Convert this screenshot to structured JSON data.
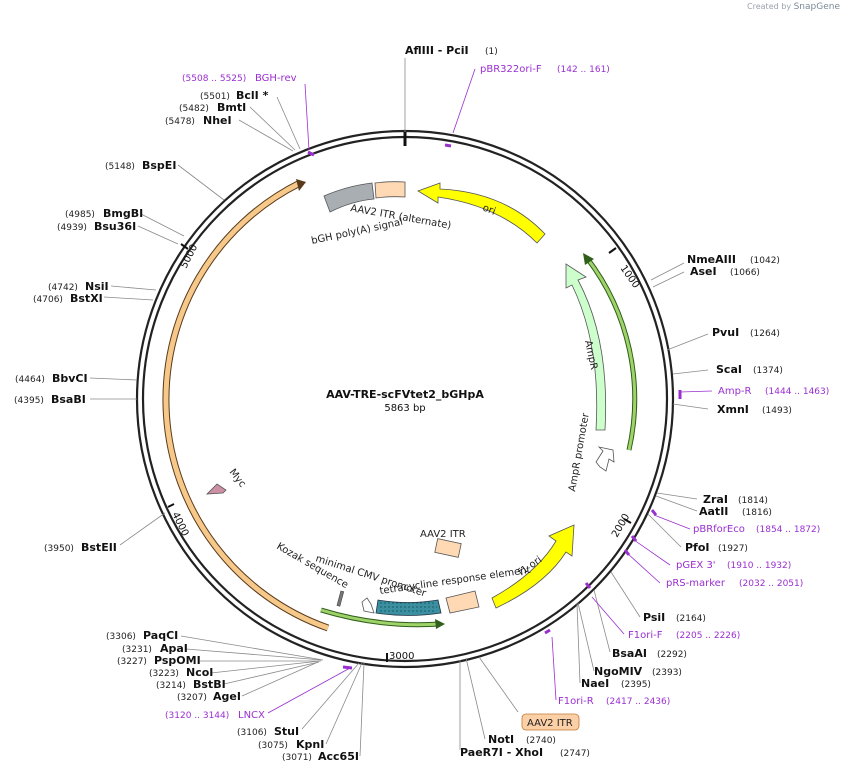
{
  "brand": {
    "prefix": "Created by",
    "name": "SnapGene"
  },
  "plasmid": {
    "name": "AAV-TRE-scFVtet2_bGHpA",
    "length": "5863 bp"
  },
  "ticks": [
    {
      "label": "1000",
      "bp": 1000
    },
    {
      "label": "2000",
      "bp": 2000
    },
    {
      "label": "3000",
      "bp": 3000
    },
    {
      "label": "4000",
      "bp": 4000
    },
    {
      "label": "5000",
      "bp": 5000
    }
  ],
  "enzymes": [
    {
      "name": "AflIII  - PciI",
      "pos": "(1)"
    },
    {
      "name": "NmeAIII",
      "pos": "(1042)"
    },
    {
      "name": "AseI",
      "pos": "(1066)"
    },
    {
      "name": "PvuI",
      "pos": "(1264)"
    },
    {
      "name": "ScaI",
      "pos": "(1374)"
    },
    {
      "name": "XmnI",
      "pos": "(1493)"
    },
    {
      "name": "ZraI",
      "pos": "(1814)"
    },
    {
      "name": "AatII",
      "pos": "(1816)"
    },
    {
      "name": "PfoI",
      "pos": "(1927)"
    },
    {
      "name": "PsiI",
      "pos": "(2164)"
    },
    {
      "name": "BsaAI",
      "pos": "(2292)"
    },
    {
      "name": "NgoMIV",
      "pos": "(2393)"
    },
    {
      "name": "NaeI",
      "pos": "(2395)"
    },
    {
      "name": "NotI",
      "pos": "(2740)"
    },
    {
      "name": "PaeR7I  - XhoI",
      "pos": "(2747)"
    },
    {
      "name": "StuI",
      "pos": "(3106)"
    },
    {
      "name": "KpnI",
      "pos": "(3075)"
    },
    {
      "name": "Acc65I",
      "pos": "(3071)"
    },
    {
      "name": "PaqCI",
      "pos": "(3306)"
    },
    {
      "name": "ApaI",
      "pos": "(3231)"
    },
    {
      "name": "PspOMI",
      "pos": "(3227)"
    },
    {
      "name": "NcoI",
      "pos": "(3223)"
    },
    {
      "name": "BstBI",
      "pos": "(3214)"
    },
    {
      "name": "AgeI",
      "pos": "(3207)"
    },
    {
      "name": "BstEII",
      "pos": "(3950)"
    },
    {
      "name": "BsaBI",
      "pos": "(4395)"
    },
    {
      "name": "BbvCI",
      "pos": "(4464)"
    },
    {
      "name": "BstXI",
      "pos": "(4706)"
    },
    {
      "name": "NsiI",
      "pos": "(4742)"
    },
    {
      "name": "Bsu36I",
      "pos": "(4939)"
    },
    {
      "name": "BmgBI",
      "pos": "(4985)"
    },
    {
      "name": "BspEI",
      "pos": "(5148)"
    },
    {
      "name": "NheI",
      "pos": "(5478)"
    },
    {
      "name": "BmtI",
      "pos": "(5482)"
    },
    {
      "name": "BclI *",
      "pos": "(5501)"
    }
  ],
  "primers": [
    {
      "name": "pBR322ori-F",
      "range": "(142 .. 161)"
    },
    {
      "name": "Amp-R",
      "range": "(1444 .. 1463)"
    },
    {
      "name": "pBRforEco",
      "range": "(1854 .. 1872)"
    },
    {
      "name": "pGEX 3'",
      "range": "(1910 .. 1932)"
    },
    {
      "name": "pRS-marker",
      "range": "(2032 .. 2051)"
    },
    {
      "name": "F1ori-F",
      "range": "(2205 .. 2226)"
    },
    {
      "name": "F1ori-R",
      "range": "(2417 .. 2436)"
    },
    {
      "name": "LNCX",
      "range": "(3120 .. 3144)"
    },
    {
      "name": "BGH-rev",
      "range": "(5508 .. 5525)"
    }
  ],
  "features": [
    {
      "name": "ori",
      "color": "#ffff00"
    },
    {
      "name": "AmpR",
      "color": "#ccffcc"
    },
    {
      "name": "AmpR promoter",
      "color": "#ffffff"
    },
    {
      "name": "f1 ori",
      "color": "#ffff00"
    },
    {
      "name": "AAV2 ITR",
      "color": "#ffd9b3"
    },
    {
      "name": "tetracycline response element",
      "color": "#3a8fa0"
    },
    {
      "name": "minimal CMV promoter",
      "color": "#ffffff"
    },
    {
      "name": "Kozak sequence",
      "color": "#777777"
    },
    {
      "name": "Myc",
      "color": "#cc8fa3"
    },
    {
      "name": "bGH poly(A) signal",
      "color": "#a9aeb3"
    },
    {
      "name": "AAV2 ITR (alternate)",
      "color": "#ffd9b3"
    }
  ],
  "boxed_label": "AAV2 ITR",
  "colors": {
    "enzyme": "#111111",
    "primer": "#9a2fd0",
    "ring": "#222222",
    "orf_outer": "#f2b366",
    "orf_green": "#55a630"
  }
}
